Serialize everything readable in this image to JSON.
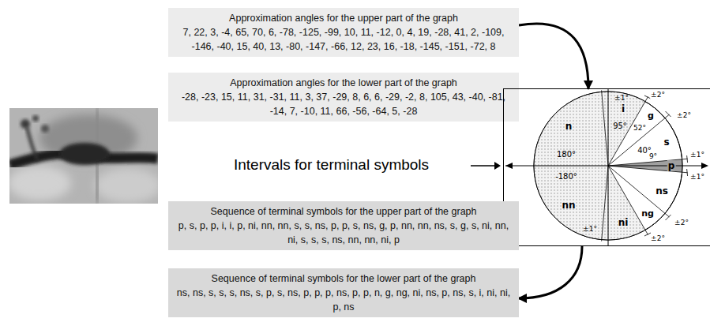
{
  "diagram": {
    "nodes": [
      {
        "text": [
          "Approximation angles for the upper part of the graph",
          "7, 22, 3, -4, 65, 70, 6, -78, -125, -99, 10, 11, -12, 0, 4, 19, -28, 41, 2, -109, -146, -40, 15, 40, 13, -80, -147, -66, 12, 23, 16, -18, -145, -151, -72, 8"
        ]
      },
      {
        "text": [
          "Approximation angles for the lower part of the graph",
          "-28, -23, 15, 11, 31, -31, 11, 3, 37, -29, 8, 6, 6, -29, -2, 8, 105, 43, -40, -81, -14, 7, -10, 11, 66, -56, -64, 5, -28"
        ]
      },
      {
        "text": [
          "±1°",
          "i",
          "95°",
          "±2°",
          "n",
          "52°",
          "g",
          "±2°",
          "s",
          "180°",
          "40°",
          "±1°",
          "9°",
          "p",
          "-180°",
          "±1°",
          "ns",
          "nn",
          "ng",
          "±2°",
          "ni",
          "±2°",
          "±1°"
        ]
      },
      {
        "text": [
          "Sequence of terminal symbols for the upper part of the graph",
          "p, s, p, p, i, i, p, ni, nn, nn, s, s, ns, p, p, s, ns, g, p, nn, nn, ns, s, g, s, ni, nn, ni, s, s, s, ns, nn, nn, ni, p"
        ]
      },
      {
        "text": [
          "Sequence of terminal symbols for the lower part of the graph",
          "ns, ns, s, s, s, ns, s, p, s, ns, p, p, p, ns, p, p, n, g, ng, ni, ns, p, ns, s, i, ni, ni, p, ns"
        ]
      }
    ],
    "edges": [
      {
        "from": 0,
        "to": 2,
        "arrow": "to"
      },
      {
        "from": 2,
        "to": 4,
        "arrow": "to"
      }
    ],
    "labels": [
      "Intervals for terminal symbols"
    ]
  }
}
